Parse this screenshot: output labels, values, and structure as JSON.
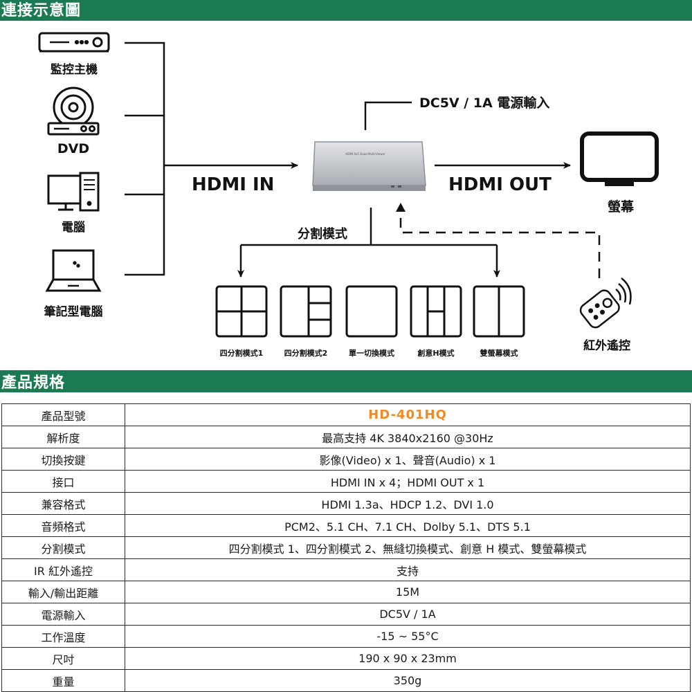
{
  "sections": {
    "diagram_title": "連接示意圖",
    "spec_title": "產品規格"
  },
  "diagram": {
    "sources": [
      "監控主機",
      "DVD",
      "電腦",
      "筆記型電腦"
    ],
    "hdmi_in": "HDMI IN",
    "hdmi_out": "HDMI OUT",
    "power": "DC5V / 1A 電源輸入",
    "device_label": "HDMI 4x1 Quad Multi-Viewer",
    "display": "螢幕",
    "split_modes_title": "分割模式",
    "modes": [
      "四分割模式1",
      "四分割模式2",
      "單一切換模式",
      "創意H模式",
      "雙螢幕模式"
    ],
    "remote": "紅外遙控"
  },
  "specs": [
    {
      "key": "產品型號",
      "value": "HD-401HQ"
    },
    {
      "key": "解析度",
      "value": "最高支持 4K 3840x2160 @30Hz"
    },
    {
      "key": "切換按鍵",
      "value": "影像(Video) x 1、聲音(Audio) x 1"
    },
    {
      "key": "接口",
      "value": "HDMI IN x 4；HDMI OUT x 1"
    },
    {
      "key": "兼容格式",
      "value": "HDMI 1.3a、HDCP 1.2、DVI 1.0"
    },
    {
      "key": "音頻格式",
      "value": "PCM2、5.1 CH、7.1 CH、Dolby 5.1、DTS 5.1"
    },
    {
      "key": "分割模式",
      "value": "四分割模式 1、四分割模式 2、無縫切換模式、創意 H 模式、雙螢幕模式"
    },
    {
      "key": "IR 紅外遙控",
      "value": "支持"
    },
    {
      "key": "輸入/輸出距離",
      "value": "15M"
    },
    {
      "key": "電源輸入",
      "value": "DC5V / 1A"
    },
    {
      "key": "工作溫度",
      "value": "-15 ~ 55°C"
    },
    {
      "key": "尺吋",
      "value": "190 x 90 x 23mm"
    },
    {
      "key": "重量",
      "value": "350g"
    }
  ],
  "colors": {
    "header_green": "#1b7a52",
    "model_orange": "#f08a24"
  }
}
